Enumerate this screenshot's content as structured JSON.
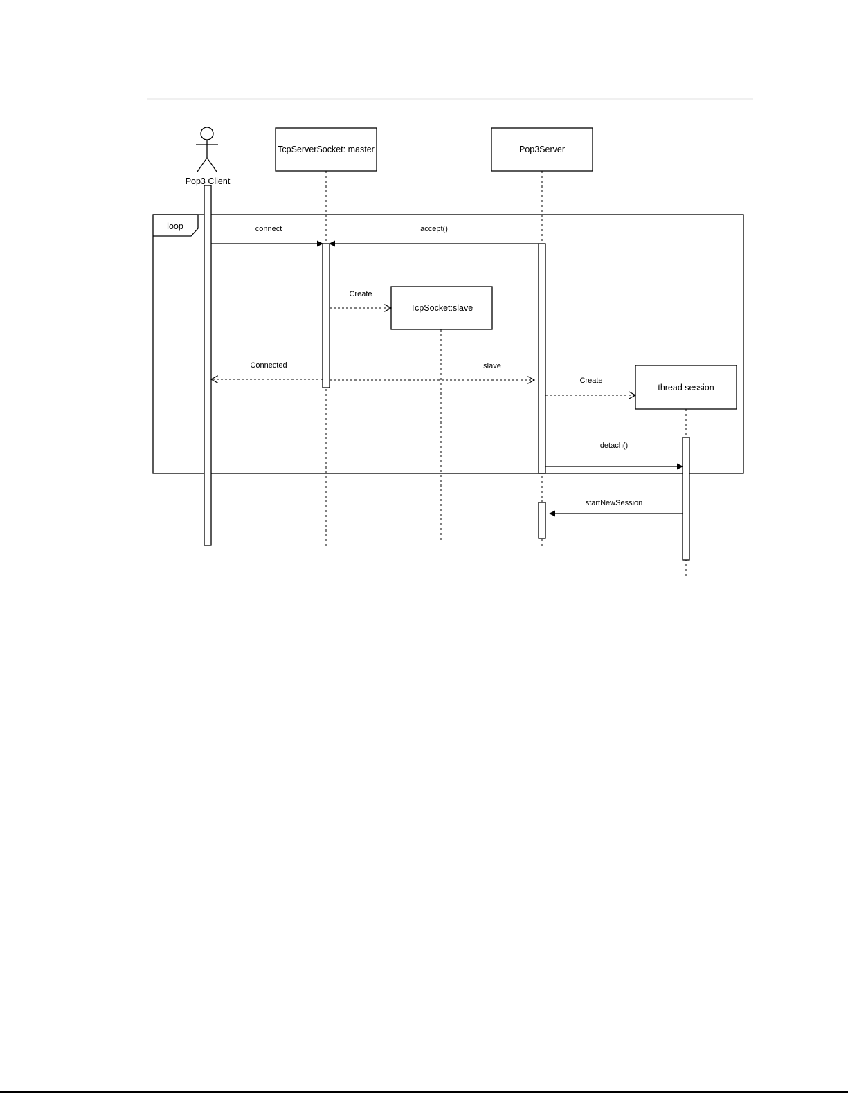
{
  "participants": {
    "client": {
      "label": "Pop3 Client"
    },
    "master": {
      "label": "TcpServerSocket: master"
    },
    "server": {
      "label": "Pop3Server"
    },
    "slave": {
      "label": "TcpSocket:slave"
    },
    "session": {
      "label": "thread session"
    }
  },
  "fragment": {
    "operator": "loop"
  },
  "messages": {
    "connect": "connect",
    "accept": "accept()",
    "create_slave": "Create",
    "connected": "Connected",
    "slave": "slave",
    "create_session": "Create",
    "detach": "detach()",
    "start_new_session": "startNewSession"
  }
}
